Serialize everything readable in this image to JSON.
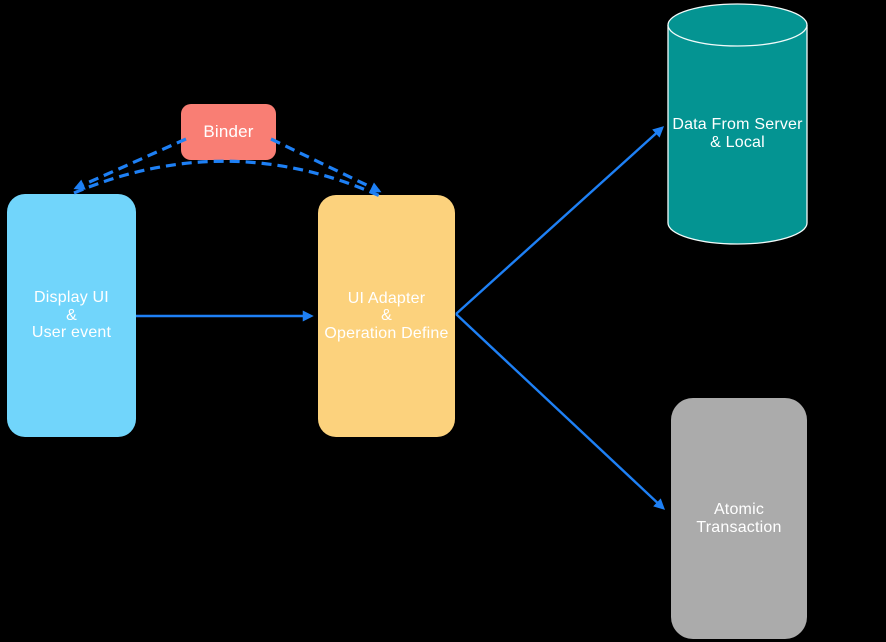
{
  "diagram": {
    "description": "Data binding architecture flow diagram",
    "colors": {
      "background": "#000000",
      "arrow": "#1E80F5",
      "binder": "#F97E74",
      "display_ui": "#71D5FB",
      "ui_adapter": "#FCD27D",
      "data_store": "#049492",
      "data_store_outline": "#F2FBFA",
      "atomic": "#ABABAB",
      "text": "#FFFFFF"
    },
    "nodes": {
      "binder": {
        "label": "Binder"
      },
      "display_ui": {
        "line1": "Display UI",
        "line2": "&",
        "line3": "User event"
      },
      "ui_adapter": {
        "line1": "UI Adapter",
        "line2": "&",
        "line3": "Operation Define"
      },
      "data_store": {
        "line1": "Data From",
        "line2": "Server & Local",
        "shape": "cylinder"
      },
      "atomic": {
        "line1": "Atomic",
        "line2": "Transaction"
      }
    },
    "edges": [
      {
        "from": "Binder",
        "to": "Display UI & User event",
        "style": "dashed",
        "arrowhead": "at Display UI"
      },
      {
        "from": "Binder",
        "to": "UI Adapter & Operation Define",
        "style": "dashed",
        "arrowhead": "at UI Adapter"
      },
      {
        "from": "Display UI & User event",
        "to": "UI Adapter & Operation Define",
        "style": "dashed curve under Binder",
        "arrowhead": "shared"
      },
      {
        "from": "Display UI & User event",
        "to": "UI Adapter & Operation Define",
        "style": "solid",
        "arrowhead": "at UI Adapter"
      },
      {
        "from": "UI Adapter & Operation Define",
        "to": "Data From Server & Local",
        "style": "solid",
        "arrowhead": "at cylinder"
      },
      {
        "from": "UI Adapter & Operation Define",
        "to": "Atomic Transaction",
        "style": "solid",
        "arrowhead": "at Atomic Transaction"
      }
    ]
  }
}
